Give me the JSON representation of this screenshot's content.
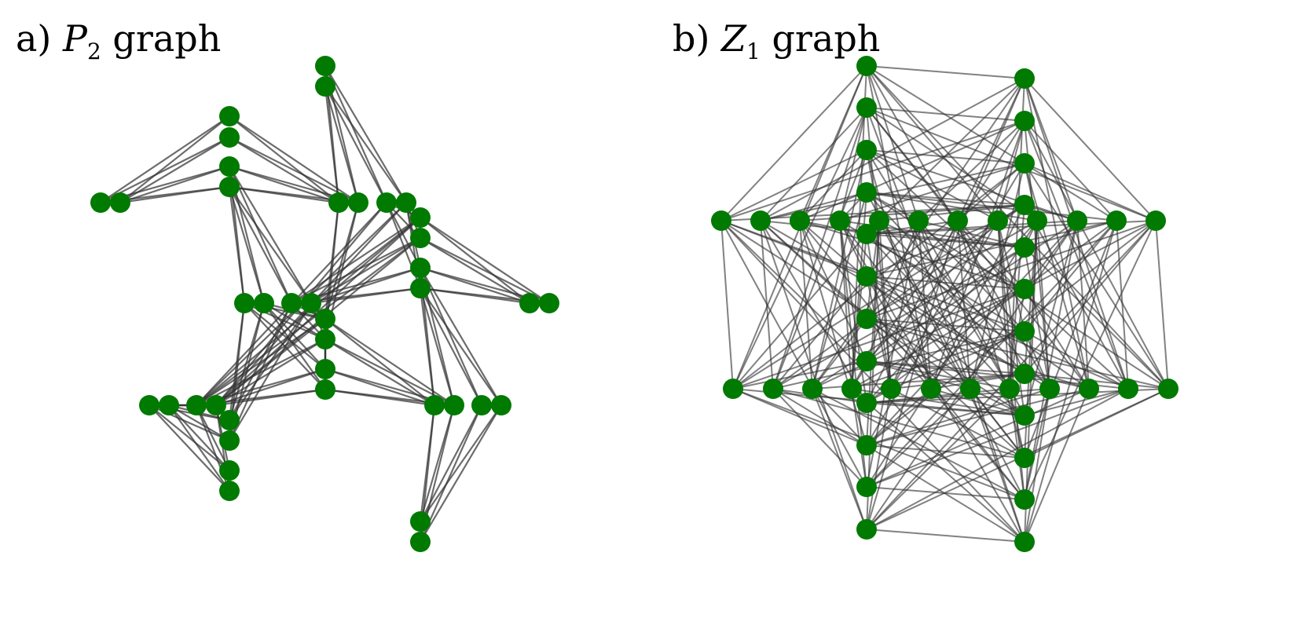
{
  "colors": {
    "node": "#007a00",
    "edge": "#333333",
    "background": "#ffffff"
  },
  "panels": [
    {
      "id": "a",
      "label_prefix": "a)",
      "symbol": "P",
      "subscript": "2",
      "label_suffix": "graph"
    },
    {
      "id": "b",
      "label_prefix": "b)",
      "symbol": "Z",
      "subscript": "1",
      "label_suffix": "graph"
    }
  ]
}
